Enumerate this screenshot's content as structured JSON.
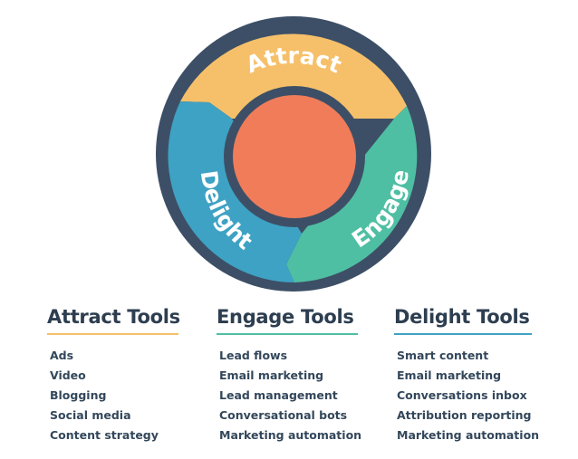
{
  "colors": {
    "attract": "#f6c06a",
    "engage": "#4fbfa3",
    "delight": "#3ea2c4",
    "hub": "#f07c5a",
    "ring": "#3d4f66",
    "text": "#2d3e50"
  },
  "flywheel": {
    "segments": [
      {
        "name": "attract",
        "label": "Attract"
      },
      {
        "name": "engage",
        "label": "Engage"
      },
      {
        "name": "delight",
        "label": "Delight"
      }
    ]
  },
  "columns": [
    {
      "title": "Attract Tools",
      "color": "#f6c06a",
      "items": [
        "Ads",
        "Video",
        "Blogging",
        "Social media",
        "Content strategy"
      ]
    },
    {
      "title": "Engage Tools",
      "color": "#4fbfa3",
      "items": [
        "Lead flows",
        "Email marketing",
        "Lead management",
        "Conversational bots",
        "Marketing automation"
      ]
    },
    {
      "title": "Delight Tools",
      "color": "#3ea2c4",
      "items": [
        "Smart content",
        "Email marketing",
        "Conversations inbox",
        "Attribution reporting",
        "Marketing automation"
      ]
    }
  ]
}
